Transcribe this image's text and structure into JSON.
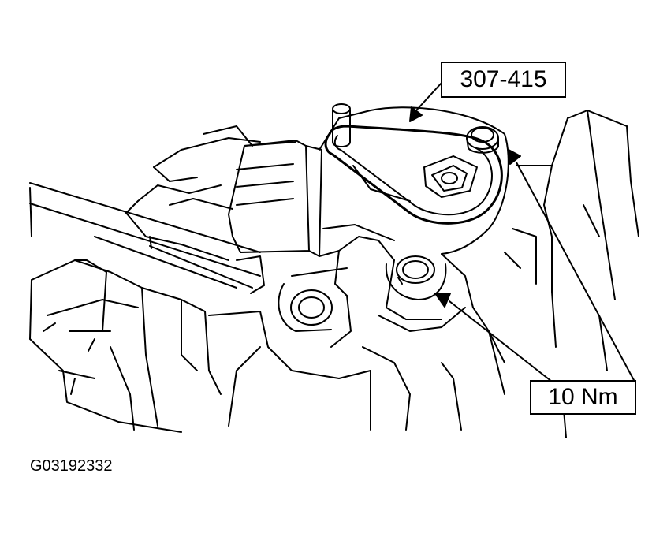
{
  "figure": {
    "callouts": {
      "tool_number": "307-415",
      "torque": "10 Nm"
    },
    "figure_id": "G03192332"
  }
}
